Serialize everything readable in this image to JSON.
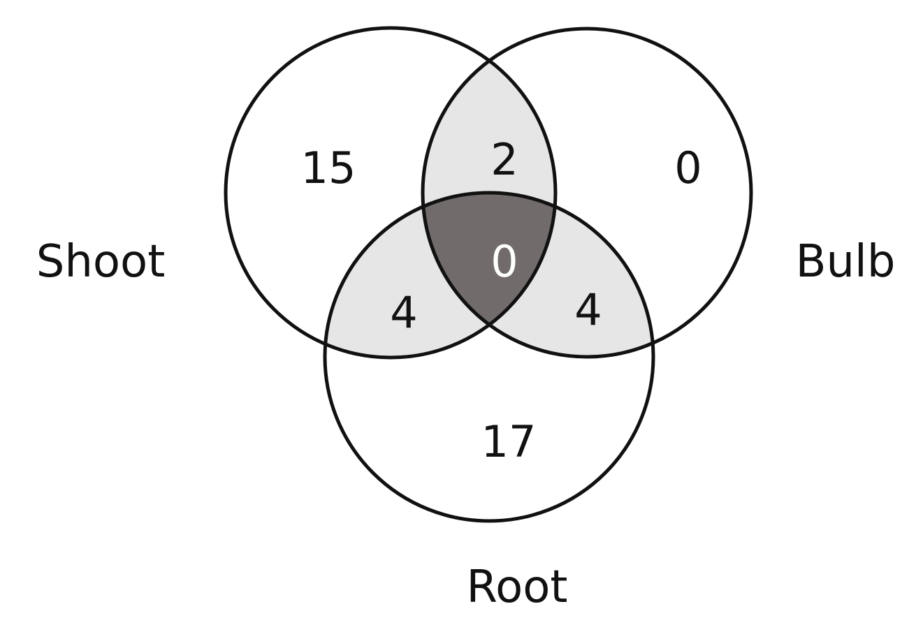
{
  "venn": {
    "sets": [
      {
        "id": "shoot",
        "label": "Shoot"
      },
      {
        "id": "bulb",
        "label": "Bulb"
      },
      {
        "id": "root",
        "label": "Root"
      }
    ],
    "regions": {
      "shoot_only": "15",
      "bulb_only": "0",
      "root_only": "17",
      "shoot_bulb": "2",
      "shoot_root": "4",
      "bulb_root": "4",
      "all_three": "0"
    },
    "colors": {
      "outline": "#111111",
      "pairwise_fill": "#e6e6e6",
      "triple_fill": "#716b6b",
      "triple_text": "#ffffff",
      "text": "#111111"
    }
  }
}
